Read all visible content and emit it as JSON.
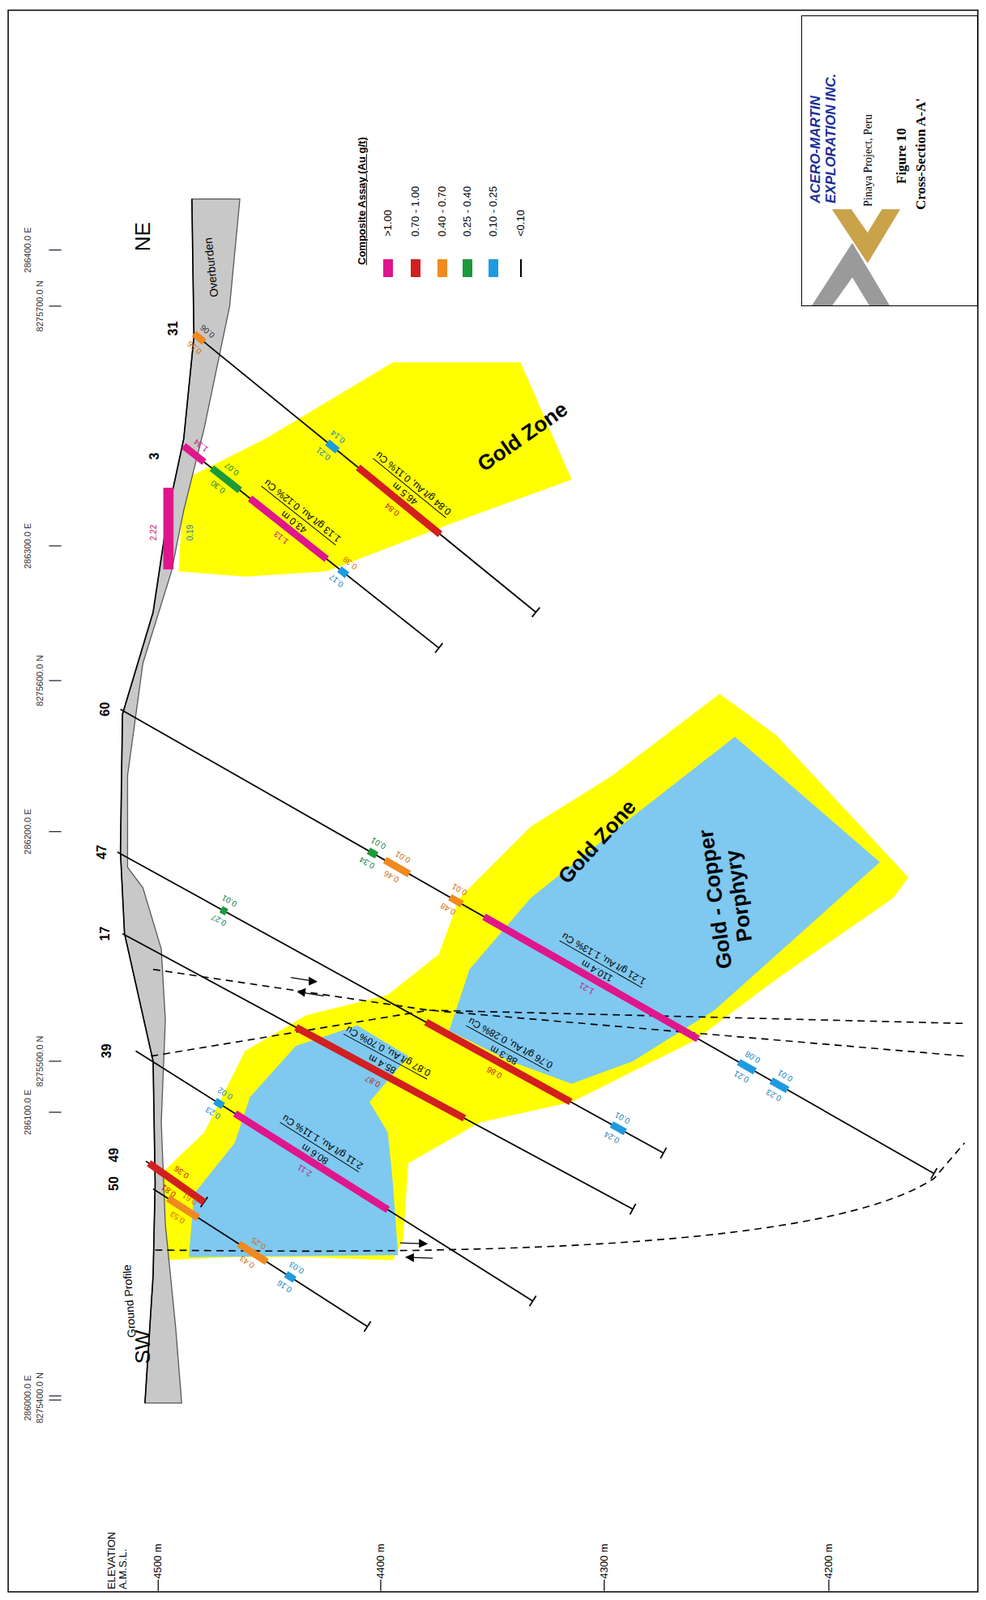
{
  "diagram": {
    "nodes": [
      {
        "text": [
          "ACERO-MARTIN EXPLORATION INC.",
          "Pinaya Project, Peru",
          "Figure 10",
          "Cross-Section A-A'"
        ]
      }
    ],
    "labels": [
      "ELEVATION A.M.S.L.",
      "4500 m",
      "4400 m",
      "4300 m",
      "4200 m",
      "286000.0 E",
      "8275400.0 N",
      "286100.0 E",
      "8275500.0 N",
      "286200.0 E",
      "8275600.0 N",
      "286300.0 E",
      "8275700.0 N",
      "286400.0 E",
      "SW",
      "NE",
      "Ground Profile",
      "Overburden",
      "50",
      "49",
      "39",
      "17",
      "47",
      "60",
      "3",
      "31",
      "Gold Zone",
      "Gold Zone",
      "Gold - Copper Porphyry",
      "80.6 m",
      "2.11 g/t Au, 1.11% Cu",
      "85.4 m",
      "0.87 g/t Au, 0.70% Cu",
      "88.3 m",
      "0.76 g/t Au, 0.28% Cu",
      "110.4 m",
      "1.21 g/t Au, 1.13% Cu",
      "43.0 m",
      "1.13 g/t Au, 0.12% Cu",
      "46.5 m",
      "0.84 g/t Au, 0.11% Cu",
      "Composite Assay (Au g/t)",
      "2.22",
      "0.19",
      "0.56",
      "0.06",
      "0.21",
      "0.14",
      "0.84",
      "1.34",
      "0.30",
      "0.07",
      "1.13",
      "0.38",
      "0.17",
      "0.34",
      "0.01",
      "0.46",
      "0.01",
      "0.48",
      "0.01",
      "1.21",
      "0.21",
      "0.08",
      "0.23",
      "0.01",
      "0.27",
      "0.01",
      "0.86",
      "0.24",
      "0.01",
      "0.87",
      "0.23",
      "0.02",
      "2.11",
      "0.61",
      "0.53",
      "0.25",
      "0.43",
      "0.16",
      "0.03",
      "0.36",
      "0.81"
    ],
    "legend": [
      {
        "text": ">1.00",
        "color": "#e0168c"
      },
      {
        "text": "0.70 - 1.00",
        "color": "#d21f1f"
      },
      {
        "text": "0.40 - 0.70",
        "color": "#f08a1e"
      },
      {
        "text": "0.25 - 0.40",
        "color": "#1a9a3a"
      },
      {
        "text": "0.10 - 0.25",
        "color": "#1e9be0"
      },
      {
        "text": "<0.10"
      }
    ]
  }
}
